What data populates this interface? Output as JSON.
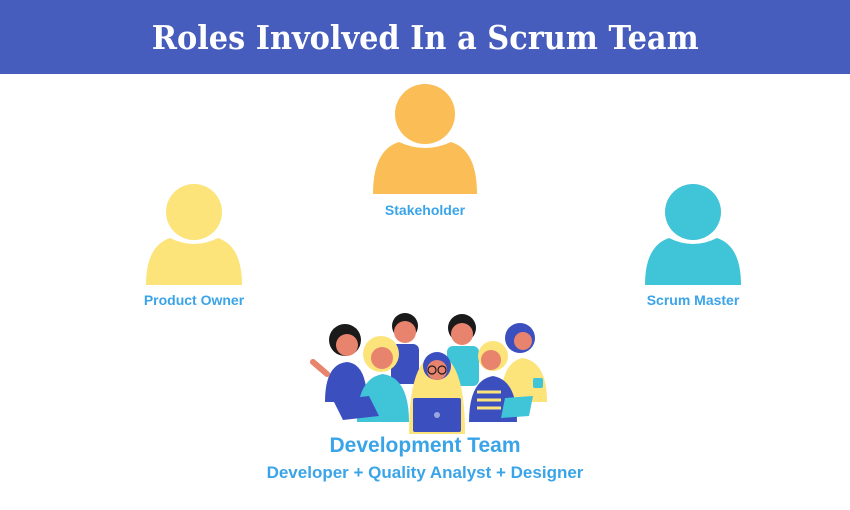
{
  "header": {
    "title": "Roles Involved In a Scrum Team",
    "background_color": "#465dbd"
  },
  "roles": [
    {
      "label": "Stakeholder",
      "icon": "person-icon",
      "color": "#fbbd55"
    },
    {
      "label": "Product Owner",
      "icon": "person-icon",
      "color": "#fce37a"
    },
    {
      "label": "Scrum Master",
      "icon": "person-icon",
      "color": "#40c4d8"
    }
  ],
  "team": {
    "title": "Development Team",
    "subtitle": "Developer + Quality Analyst + Designer",
    "illustration": "team-people-illustration"
  },
  "label_color": "#3aa4e8"
}
